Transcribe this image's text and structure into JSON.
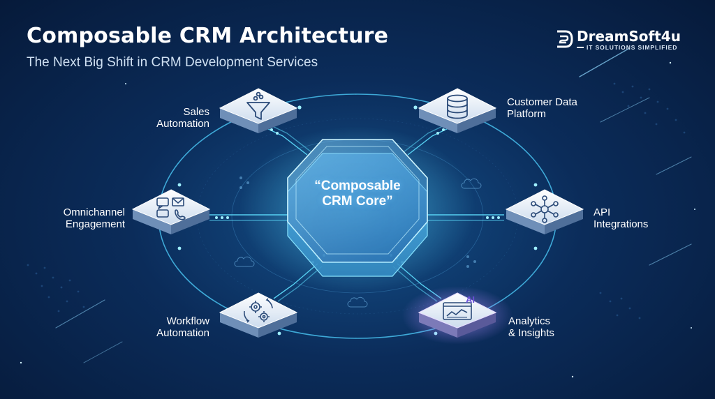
{
  "header": {
    "title": "Composable CRM Architecture",
    "subtitle": "The Next Big Shift in CRM Development Services"
  },
  "brand": {
    "name": "DreamSoft4u",
    "tagline": "IT SOLUTIONS SIMPLIFIED"
  },
  "core": {
    "line1": "“Composable",
    "line2": "CRM Core”"
  },
  "nodes": {
    "sales": {
      "line1": "Sales",
      "line2": "Automation",
      "icon": "funnel-icon"
    },
    "cdp": {
      "line1": "Customer Data",
      "line2": "Platform",
      "icon": "database-icon"
    },
    "omni": {
      "line1": "Omnichannel",
      "line2": "Engagement",
      "icon": "chat-mail-phone-icon"
    },
    "api": {
      "line1": "API",
      "line2": "Integrations",
      "icon": "network-hub-icon"
    },
    "workflow": {
      "line1": "Workflow",
      "line2": "Automation",
      "icon": "gears-cycle-icon"
    },
    "analytics": {
      "line1": "Analytics",
      "line2": "& Insights",
      "icon": "ai-dashboard-icon",
      "badge": "AI"
    }
  },
  "colors": {
    "background": "#0b2c5a",
    "glow": "#5fe0ff",
    "tile": "#e9f1fb",
    "analytics_accent": "#a98cff"
  }
}
